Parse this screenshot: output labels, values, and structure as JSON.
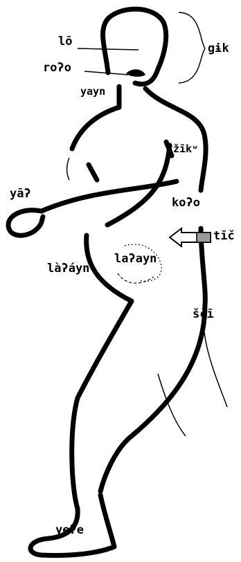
{
  "colors": {
    "ink": "#000000",
    "background": "#ffffff",
    "arrow_fill": "#9a9a9a"
  },
  "labels": {
    "head_face": "lō",
    "mouth": "roʔo",
    "head_side": "gɨk",
    "neck": "yayn",
    "shoulder": "žīkʷ",
    "hand": "yāʔ",
    "belly": "koʔo",
    "navel": "tīč",
    "groin": "laʔayn",
    "hip": "làʔáyn",
    "buttock": "ščī",
    "foot": "yeʔe"
  }
}
